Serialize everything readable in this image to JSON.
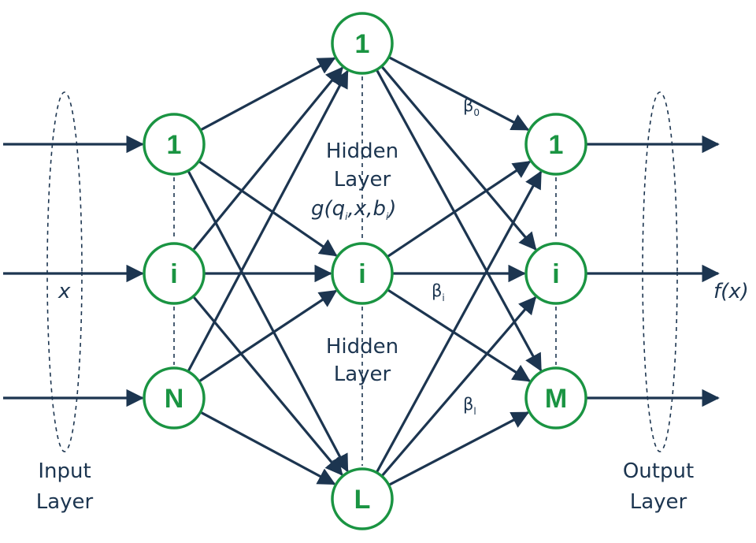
{
  "colors": {
    "node_border": "#1a9442",
    "node_text": "#1a9442",
    "arrow": "#1c3550"
  },
  "nodes": {
    "input": [
      "1",
      "i",
      "N"
    ],
    "hidden": [
      "1",
      "i",
      "L"
    ],
    "output": [
      "1",
      "i",
      "M"
    ]
  },
  "labels": {
    "input_layer": [
      "Input",
      "Layer"
    ],
    "output_layer": [
      "Output",
      "Layer"
    ],
    "hidden_top": [
      "Hidden",
      "Layer"
    ],
    "hidden_bottom": [
      "Hidden",
      "Layer"
    ],
    "input_var": "x",
    "output_func": "f(x)",
    "g_func": {
      "prefix": "g(",
      "q": "q",
      "q_sub": "i",
      "sep1": ",",
      "x": "x",
      "sep2": ",",
      "b": "b",
      "b_sub": "i",
      "suffix": ")"
    }
  },
  "betas": [
    {
      "symbol": "β",
      "sub": "0"
    },
    {
      "symbol": "β",
      "sub": "i"
    },
    {
      "symbol": "β",
      "sub": "l"
    }
  ]
}
